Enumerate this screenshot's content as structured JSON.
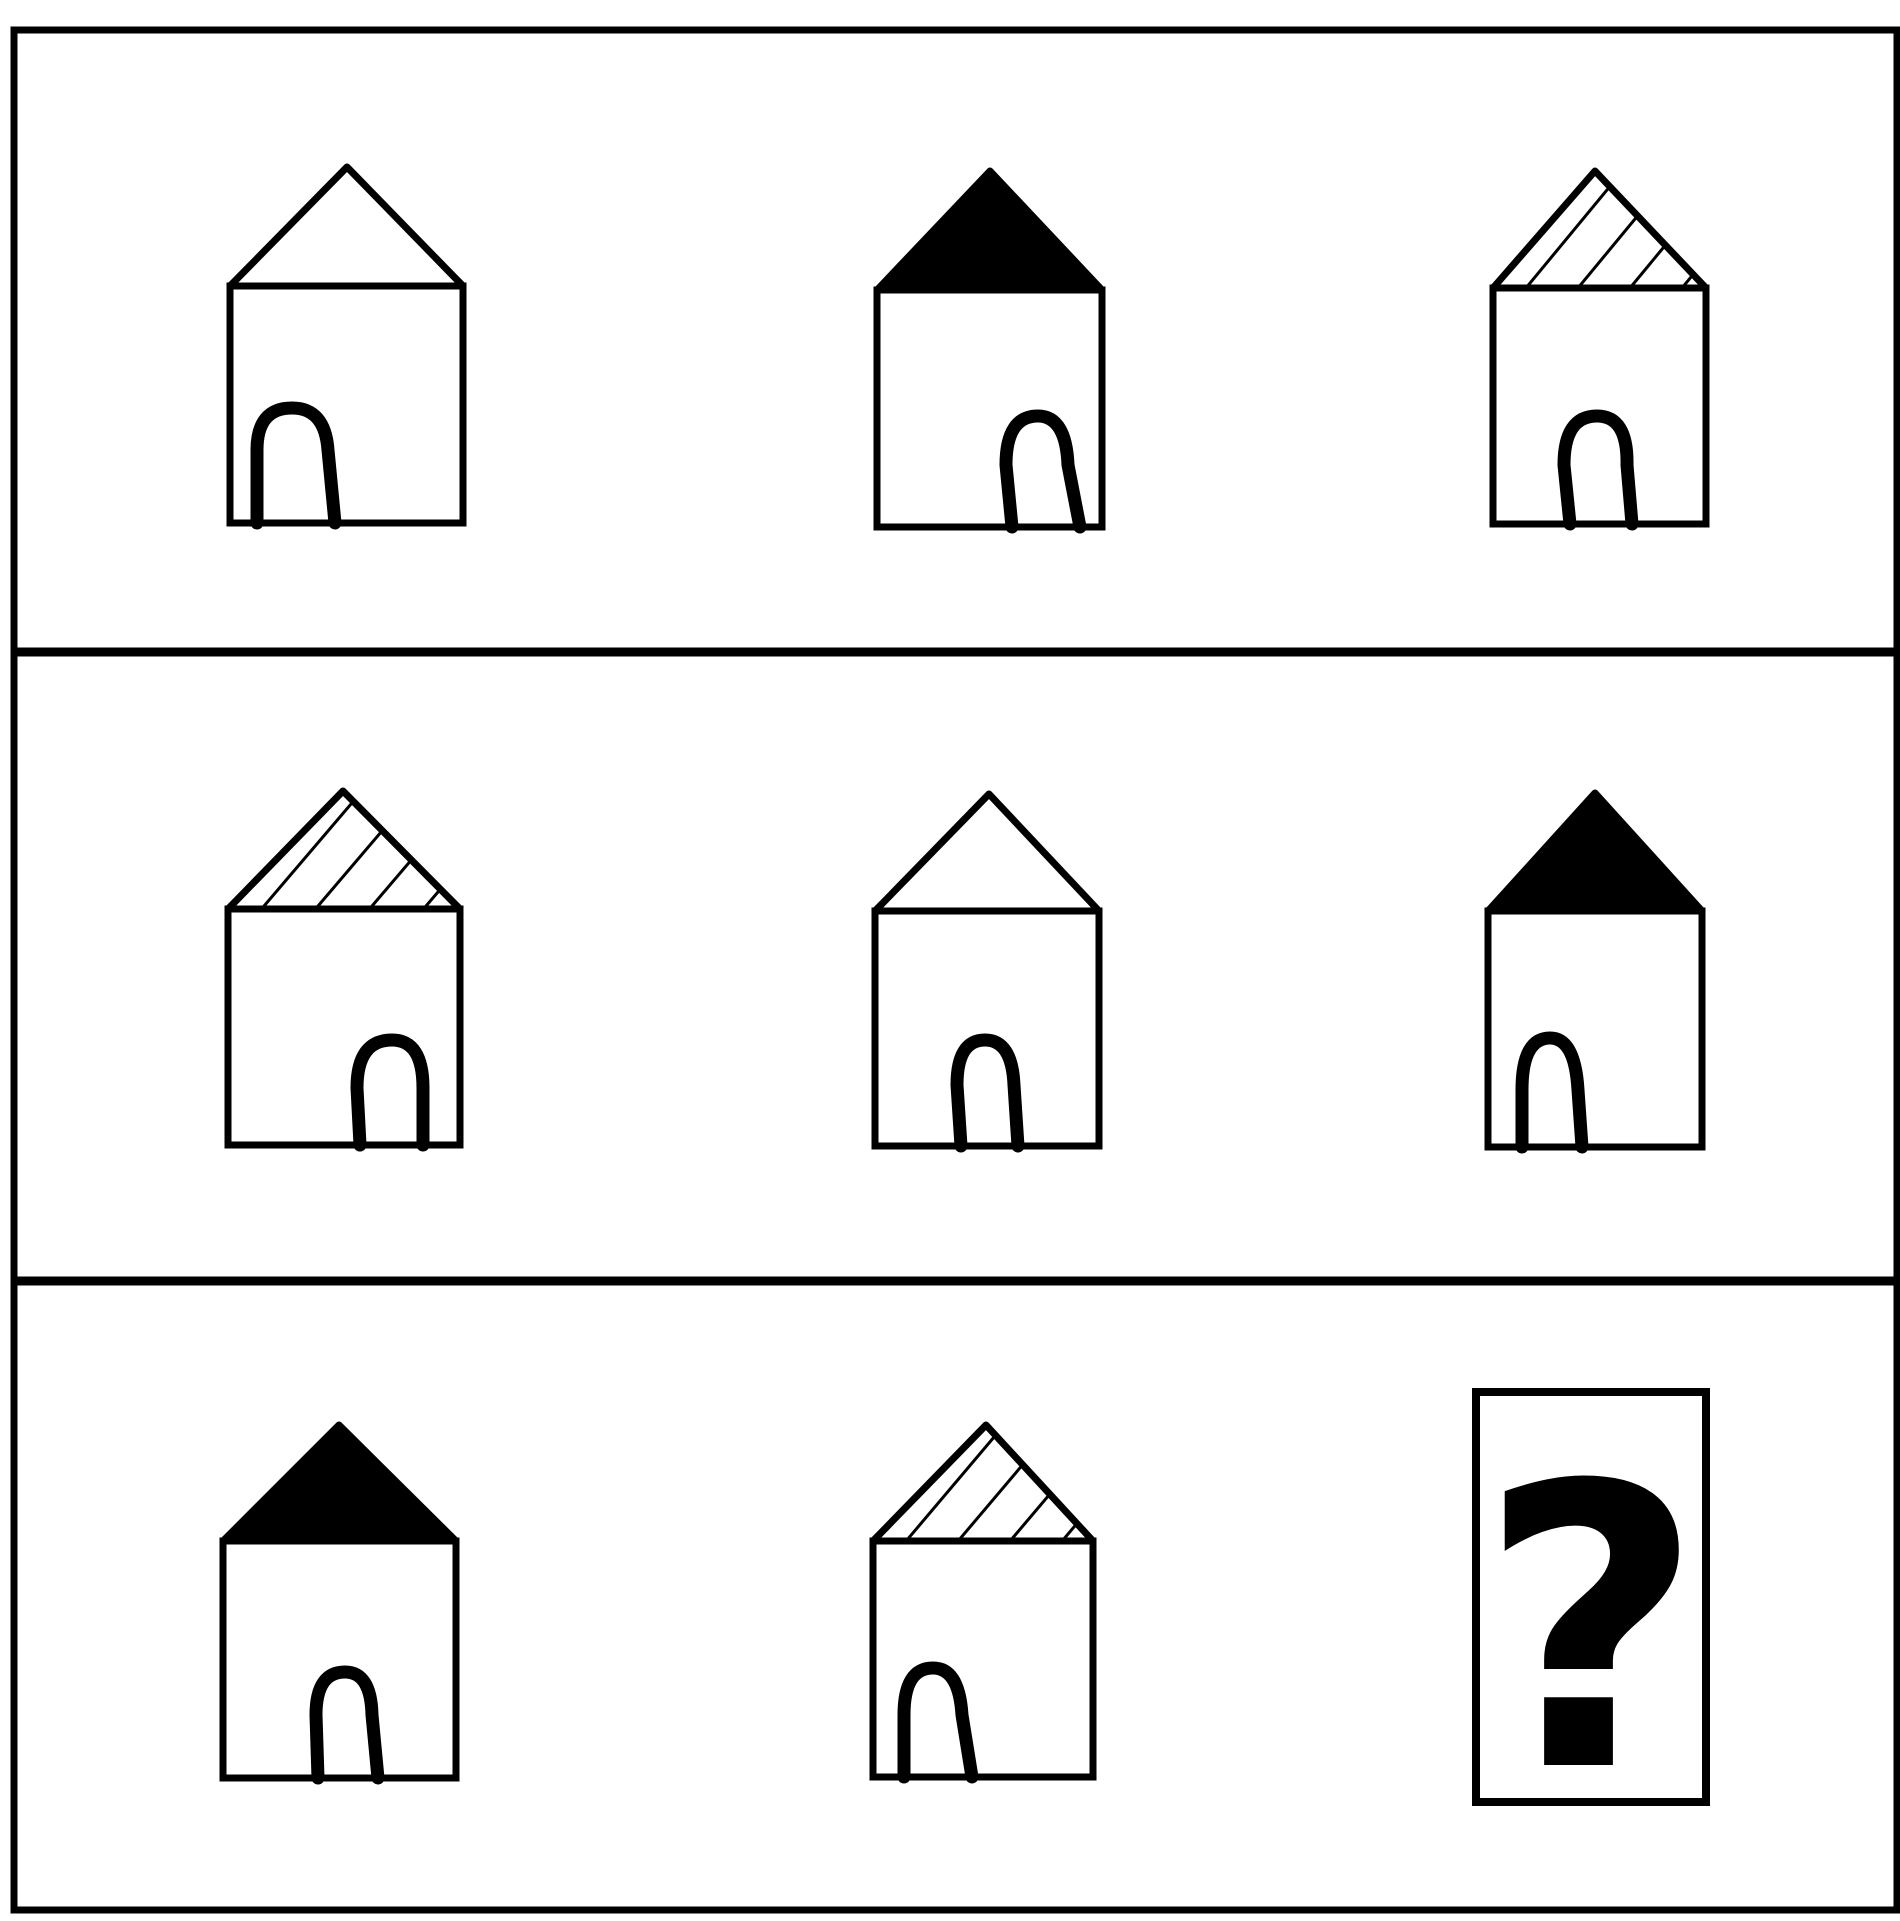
{
  "puzzle": {
    "rows": [
      {
        "houses": [
          {
            "roof": "white",
            "door": "left"
          },
          {
            "roof": "black",
            "door": "right"
          },
          {
            "roof": "hatched",
            "door": "center"
          }
        ]
      },
      {
        "houses": [
          {
            "roof": "hatched",
            "door": "right"
          },
          {
            "roof": "white",
            "door": "center"
          },
          {
            "roof": "black",
            "door": "left"
          }
        ]
      },
      {
        "houses": [
          {
            "roof": "black",
            "door": "center"
          },
          {
            "roof": "hatched",
            "door": "left"
          },
          {
            "missing": true
          }
        ]
      }
    ],
    "missing_symbol": "?"
  },
  "colors": {
    "ink": "#000000",
    "paper": "#ffffff"
  }
}
